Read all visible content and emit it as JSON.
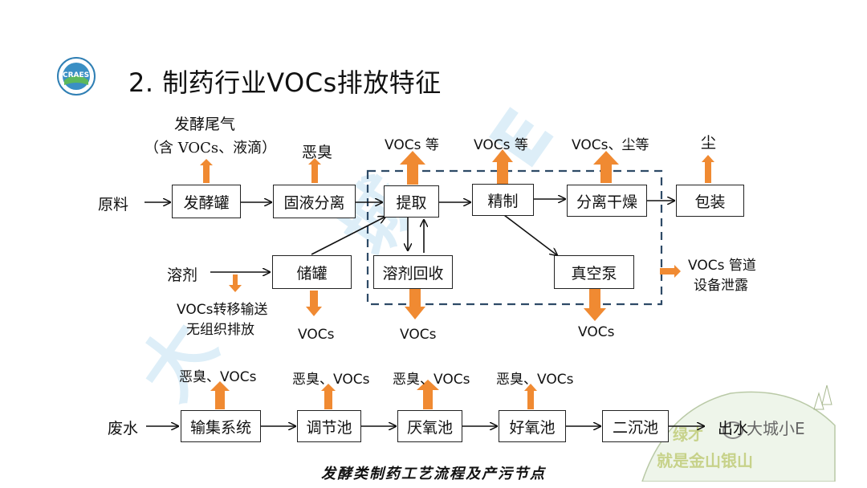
{
  "title": "2. 制药行业VOCs排放特征",
  "logo": {
    "text": "CRAES"
  },
  "caption": "发酵类制药工艺流程及产污节点",
  "brand": "大城小E",
  "hill_text_1": "绿才",
  "hill_text_2": "就是金山银山",
  "colors": {
    "arrow": "#f08a32",
    "line": "#111111",
    "dash": "#2d4a66",
    "watermark": "#cfe8f6"
  },
  "diagram": {
    "inputs": {
      "raw": "原料",
      "solvent": "溶剂",
      "wastewater": "废水",
      "effluent": "出水"
    },
    "boxes": {
      "ferment": "发酵罐",
      "separate": "固液分离",
      "extract": "提取",
      "refine": "精制",
      "dry": "分离干燥",
      "pack": "包装",
      "tank": "储罐",
      "recover": "溶剂回收",
      "pump": "真空泵",
      "collect": "输集系统",
      "regulate": "调节池",
      "anaerobic": "厌氧池",
      "aerobic": "好氧池",
      "settle": "二沉池"
    },
    "emissions": {
      "ferment_1": "发酵尾气",
      "ferment_2": "（含 VOCs、液滴）",
      "separate": "恶臭",
      "extract": "VOCs 等",
      "refine": "VOCs 等",
      "dry": "VOCs、尘等",
      "pack": "尘",
      "transfer_1": "VOCs转移输送",
      "transfer_2": "无组织排放",
      "tank": "VOCs",
      "recover": "VOCs",
      "pump": "VOCs",
      "leak_1": "VOCs 管道",
      "leak_2": "设备泄露",
      "collect": "恶臭、VOCs",
      "regulate": "恶臭、VOCs",
      "anaerobic": "恶臭、VOCs",
      "aerobic": "恶臭、VOCs"
    }
  }
}
